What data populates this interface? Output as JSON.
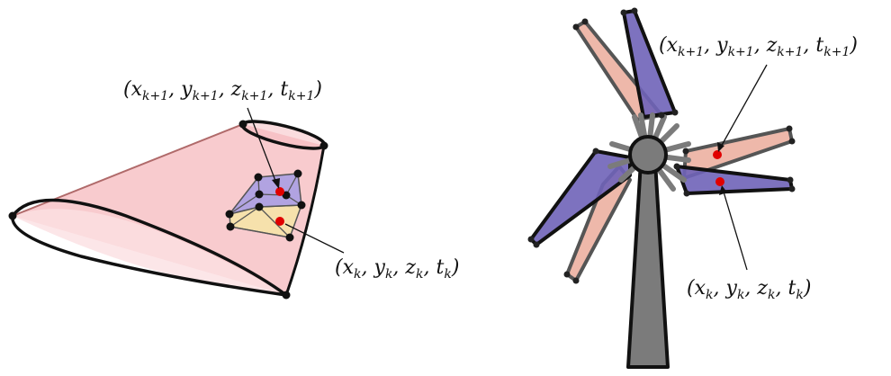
{
  "panels": {
    "left": {
      "label_top": {
        "prefix": "(",
        "x": "x",
        "y": "y",
        "z": "z",
        "t": "t",
        "sub": "k+1",
        "suffix": ")"
      },
      "label_bottom": {
        "prefix": "(",
        "x": "x",
        "y": "y",
        "z": "z",
        "t": "t",
        "sub": "k",
        "suffix": ")"
      }
    },
    "right": {
      "label_top": {
        "prefix": "(",
        "x": "x",
        "y": "y",
        "z": "z",
        "t": "t",
        "sub": "k+1",
        "suffix": ")"
      },
      "label_bottom": {
        "prefix": "(",
        "x": "x",
        "y": "y",
        "z": "z",
        "t": "t",
        "sub": "k",
        "suffix": ")"
      }
    }
  },
  "colors": {
    "outline": "#000000",
    "pink_fill": "#f6b9bd",
    "salmon_blade": "#e8a08e",
    "blue_blade": "#6f63b8",
    "blue_patch": "#9f98e6",
    "yellow_patch": "#f5e3a8",
    "point_red": "#e00000",
    "tower_gray": "#7b7b7b",
    "blade_edge": "#555555"
  }
}
